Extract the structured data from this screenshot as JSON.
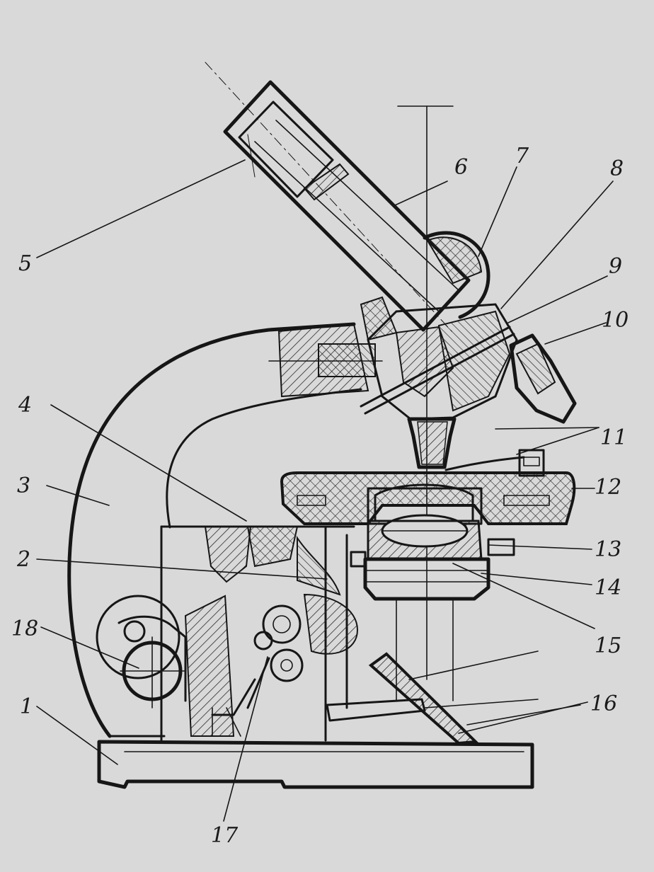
{
  "colors": {
    "background": "#d9d9d9",
    "ink": "#161616",
    "hatch": "#2a2a2a"
  },
  "callouts": [
    {
      "id": "1",
      "text": "1"
    },
    {
      "id": "2",
      "text": "2"
    },
    {
      "id": "3",
      "text": "3"
    },
    {
      "id": "4",
      "text": "4"
    },
    {
      "id": "5",
      "text": "5"
    },
    {
      "id": "6",
      "text": "6"
    },
    {
      "id": "7",
      "text": "7"
    },
    {
      "id": "8",
      "text": "8"
    },
    {
      "id": "9",
      "text": "9"
    },
    {
      "id": "10",
      "text": "10"
    },
    {
      "id": "11",
      "text": "11"
    },
    {
      "id": "12",
      "text": "12"
    },
    {
      "id": "13",
      "text": "13"
    },
    {
      "id": "14",
      "text": "14"
    },
    {
      "id": "15",
      "text": "15"
    },
    {
      "id": "16",
      "text": "16"
    },
    {
      "id": "17",
      "text": "17"
    },
    {
      "id": "18",
      "text": "18"
    }
  ]
}
